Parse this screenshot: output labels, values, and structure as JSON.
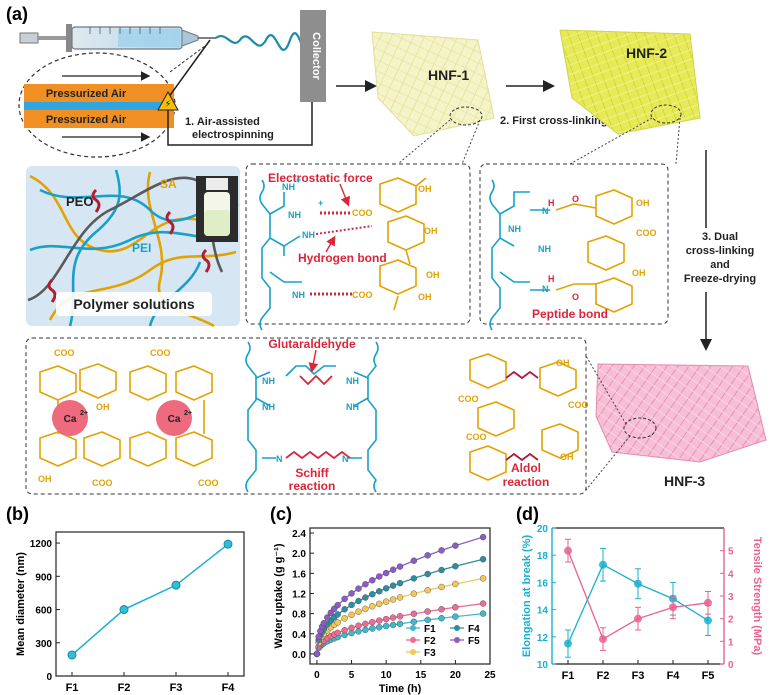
{
  "panels": {
    "a": "(a)",
    "b": "(b)",
    "c": "(c)",
    "d": "(d)"
  },
  "schematic": {
    "collector": "Collector",
    "pressurized_air": "Pressurized Air",
    "step1_line1": "1. Air-assisted",
    "step1_line2": "electrospinning",
    "step2": "2. First cross-linking",
    "step3_line1": "3. Dual",
    "step3_line2": "cross-linking",
    "step3_line3": "and",
    "step3_line4": "Freeze-drying",
    "hnf1": "HNF-1",
    "hnf2": "HNF-2",
    "hnf3": "HNF-3",
    "polymer_solutions": "Polymer solutions",
    "peo": "PEO",
    "sa": "SA",
    "pei": "PEI",
    "electrostatic_force": "Electrostatic force",
    "hydrogen_bond": "Hydrogen bond",
    "peptide_bond": "Peptide bond",
    "glutaraldehyde": "Glutaraldehyde",
    "schiff_line1": "Schiff",
    "schiff_line2": "reaction",
    "aldol_line1": "Aldol",
    "aldol_line2": "reaction",
    "ca": "Ca",
    "ca_charge": "2+",
    "nh2": "NH",
    "nh2_sub": "2",
    "nh3": "NH",
    "coo": "COO",
    "oh": "OH",
    "o": "O",
    "h": "H",
    "n": "N",
    "plus": "+",
    "minus": "−"
  },
  "colors": {
    "pei": "#1aa0c8",
    "sa": "#e2a200",
    "peo": "#555555",
    "bond": "#d9263a",
    "ca": "#ee6a7e",
    "hnf1": "#f1f0b6",
    "hnf2": "#e6ea52",
    "hnf3": "#f3a9c6",
    "cyan": "#1ab0cf",
    "pink": "#e8628d"
  },
  "chart_data": [
    {
      "type": "line",
      "panel": "b",
      "categories": [
        "F1",
        "F2",
        "F3",
        "F4"
      ],
      "values": [
        190,
        600,
        820,
        1190
      ],
      "ylabel": "Mean diameter (nm)",
      "xlabel": "",
      "ylim": [
        0,
        1300
      ],
      "yticks": [
        0,
        300,
        600,
        900,
        1200
      ],
      "color": "#1ab0cf"
    },
    {
      "type": "line",
      "panel": "c",
      "xlabel": "Time (h)",
      "ylabel": "Water uptake (g g⁻¹)",
      "xlim": [
        -1,
        25
      ],
      "ylim": [
        -0.2,
        2.5
      ],
      "xticks": [
        0,
        5,
        10,
        15,
        20,
        25
      ],
      "yticks": [
        0.0,
        0.4,
        0.8,
        1.2,
        1.6,
        2.0,
        2.4
      ],
      "x": [
        0,
        0.25,
        0.5,
        0.75,
        1,
        1.5,
        2,
        2.5,
        3,
        4,
        5,
        6,
        7,
        8,
        9,
        10,
        11,
        12,
        14,
        16,
        18,
        20,
        24
      ],
      "series": [
        {
          "name": "F1",
          "color": "#3fb8cf",
          "scale": 0.8,
          "values": []
        },
        {
          "name": "F2",
          "color": "#ec6d94",
          "scale": 1.0,
          "values": []
        },
        {
          "name": "F3",
          "color": "#f4c659",
          "scale": 1.5,
          "values": []
        },
        {
          "name": "F4",
          "color": "#2e8ea0",
          "scale": 1.88,
          "values": []
        },
        {
          "name": "F5",
          "color": "#8a5cc4",
          "scale": 2.32,
          "values": []
        }
      ],
      "legend_placement": "bottom-right"
    },
    {
      "type": "line",
      "panel": "d",
      "categories": [
        "F1",
        "F2",
        "F3",
        "F4",
        "F5"
      ],
      "series": [
        {
          "name": "Elongation at break (%)",
          "axis": "left",
          "color": "#1ab0cf",
          "values": [
            11.5,
            17.3,
            15.9,
            14.8,
            13.2
          ],
          "errors": [
            1.0,
            1.2,
            1.1,
            1.2,
            1.1
          ]
        },
        {
          "name": "Tensile Strength (MPa)",
          "axis": "right",
          "color": "#e8628d",
          "values": [
            5.0,
            1.1,
            2.0,
            2.5,
            2.7
          ],
          "errors": [
            0.5,
            0.5,
            0.5,
            0.5,
            0.5
          ]
        }
      ],
      "ylabel_left": "Elongation at break (%)",
      "ylabel_right": "Tensile Strength (MPa)",
      "ylim_left": [
        10,
        20
      ],
      "yticks_left": [
        10,
        12,
        14,
        16,
        18,
        20
      ],
      "ylim_right": [
        0,
        6
      ],
      "yticks_right": [
        0,
        1,
        2,
        3,
        4,
        5
      ]
    }
  ]
}
